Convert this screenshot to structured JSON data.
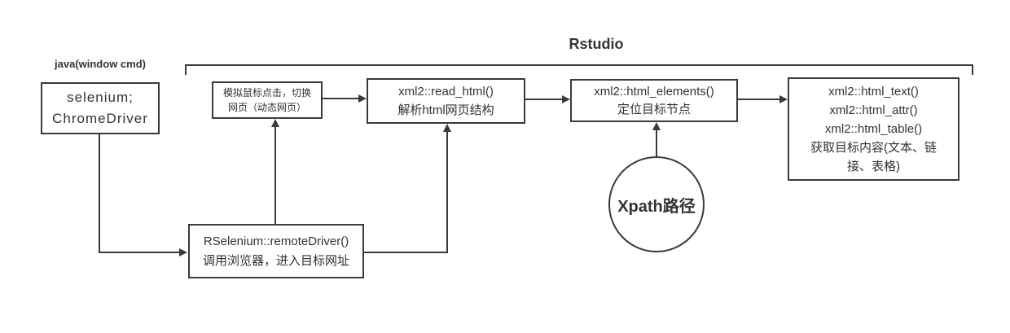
{
  "colors": {
    "background": "#ffffff",
    "line": "#3a3a3a",
    "text": "#333333"
  },
  "labels": {
    "environment": "java(window cmd)",
    "section_title": "Rstudio"
  },
  "nodes": {
    "selenium": {
      "line1": "selenium;",
      "line2": "ChromeDriver"
    },
    "simulate_click": {
      "line1": "模拟鼠标点击，切换",
      "line2": "网页（动态网页）"
    },
    "read_html": {
      "line1": "xml2::read_html()",
      "line2": "解析html网页结构"
    },
    "html_elements": {
      "line1": "xml2::html_elements()",
      "line2": "定位目标节点"
    },
    "extract_content": {
      "line1": "xml2::html_text()",
      "line2": "xml2::html_attr()",
      "line3": "xml2::html_table()",
      "line4": "获取目标内容(文本、链",
      "line5": "接、表格)"
    },
    "xpath": {
      "label": "Xpath路径"
    },
    "remote_driver": {
      "line1": "RSelenium::remoteDriver()",
      "line2": "调用浏览器，进入目标网址"
    }
  }
}
